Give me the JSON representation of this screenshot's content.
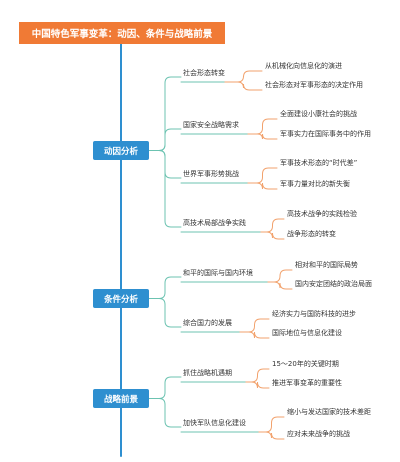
{
  "title": "中国特色军事变革：动因、条件与战略前景",
  "colors": {
    "root": "#f07a35",
    "main_node": "#2e8fd0",
    "trunk": "#2e8fd0",
    "branch": "#6cc3b1",
    "leaf": "#f2a26d"
  },
  "branches": [
    {
      "label": "动因分析",
      "children": [
        {
          "label": "社会形态转变",
          "leaves": [
            "从机械化向信息化的演进",
            "社会形态对军事形态的决定作用"
          ]
        },
        {
          "label": "国家安全战略需求",
          "leaves": [
            "全面建设小康社会的挑战",
            "军事实力在国际事务中的作用"
          ]
        },
        {
          "label": "世界军事形势挑战",
          "leaves": [
            "军事技术形态的“时代差”",
            "军事力量对比的新失衡"
          ]
        },
        {
          "label": "高技术局部战争实践",
          "leaves": [
            "高技术战争的实践检验",
            "战争形态的转变"
          ]
        }
      ]
    },
    {
      "label": "条件分析",
      "children": [
        {
          "label": "和平的国际与国内环境",
          "leaves": [
            "相对和平的国际局势",
            "国内安定团结的政治局面"
          ]
        },
        {
          "label": "综合国力的发展",
          "leaves": [
            "经济实力与国防科技的进步",
            "国际地位与信息化建设"
          ]
        }
      ]
    },
    {
      "label": "战略前景",
      "children": [
        {
          "label": "抓住战略机遇期",
          "leaves": [
            "15～20年的关键时期",
            "推进军事变革的重要性"
          ]
        },
        {
          "label": "加快军队信息化建设",
          "leaves": [
            "缩小与发达国家的技术差距",
            "应对未来战争的挑战"
          ]
        }
      ]
    }
  ]
}
